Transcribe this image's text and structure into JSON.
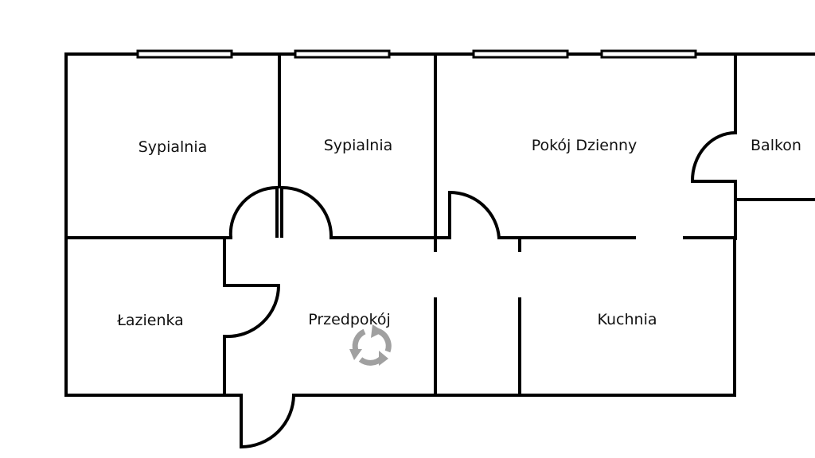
{
  "floor_plan": {
    "rooms": [
      {
        "id": "bedroom-1",
        "label": "Sypialnia"
      },
      {
        "id": "bedroom-2",
        "label": "Sypialnia"
      },
      {
        "id": "living-room",
        "label": "Pokój Dzienny"
      },
      {
        "id": "balcony",
        "label": "Balkon"
      },
      {
        "id": "bathroom",
        "label": "Łazienka"
      },
      {
        "id": "hallway",
        "label": "Przedpokój"
      },
      {
        "id": "kitchen",
        "label": "Kuchnia"
      }
    ],
    "overlay_icon": "rotate-360-icon",
    "colors": {
      "wall": "#000000",
      "background": "#ffffff",
      "icon": "#a0a0a0"
    }
  }
}
